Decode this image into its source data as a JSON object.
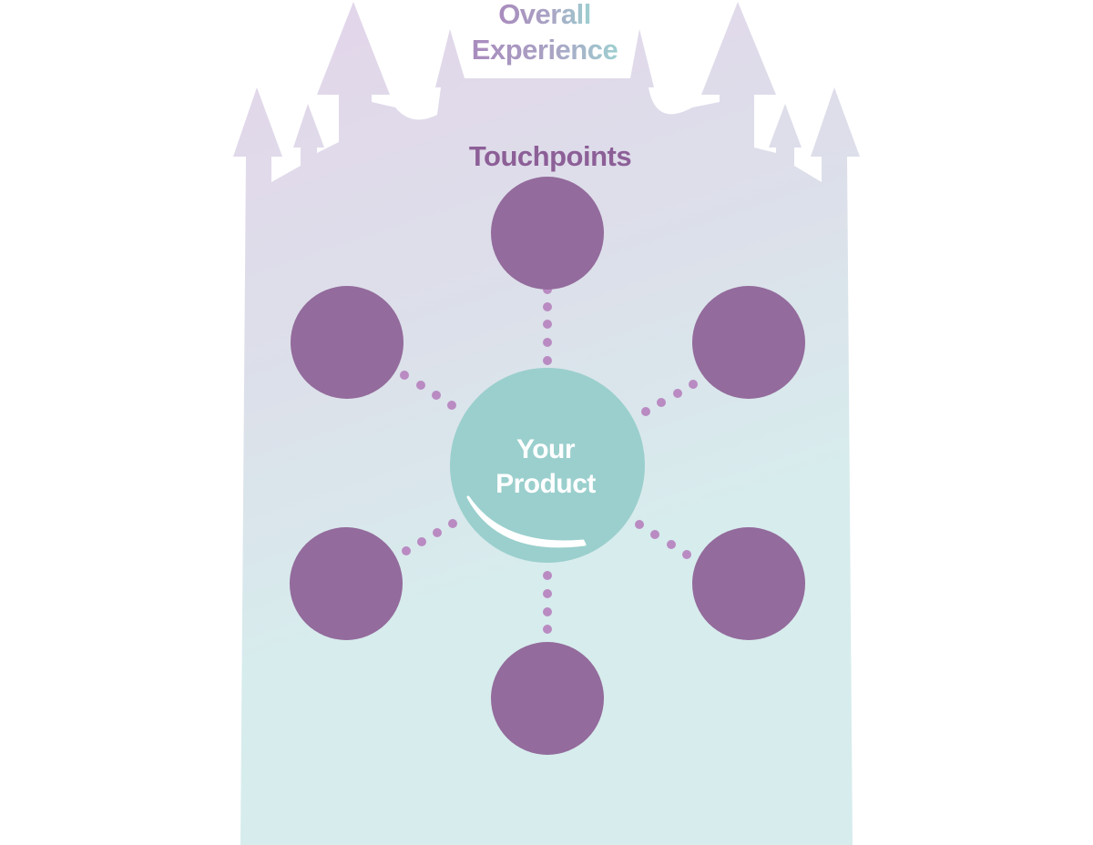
{
  "header": {
    "line1": "Overall",
    "line2": "Experience"
  },
  "touchpoints": {
    "label": "Touchpoints",
    "count": 6
  },
  "product": {
    "line1": "Your",
    "line2": "Product"
  },
  "colors": {
    "castle_top": "#e2d6ea",
    "castle_bottom": "#d7eced",
    "touchpoint_fill": "#936b9c",
    "connector_dot": "#b98bc2",
    "product_fill": "#9acfcd",
    "product_text": "#ffffff",
    "touchpoints_label": "#8c5f97",
    "header_start": "#a98bbd",
    "header_end": "#9ecfd0"
  }
}
